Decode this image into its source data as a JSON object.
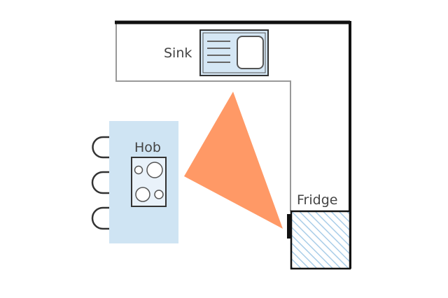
{
  "labels": {
    "sink": "Sink",
    "hob": "Hob",
    "fridge": "Fridge"
  },
  "colors": {
    "wall": "#111111",
    "counter_line": "#999999",
    "appliance_fill": "#d5e7f5",
    "triangle": "#ff9966",
    "island_fill": "#cfe4f3",
    "outline": "#333333"
  },
  "icons": {
    "sink": "sink-icon",
    "hob": "hob-icon",
    "fridge": "fridge-icon",
    "stools": "stool-icon",
    "work_triangle": "work-triangle"
  }
}
